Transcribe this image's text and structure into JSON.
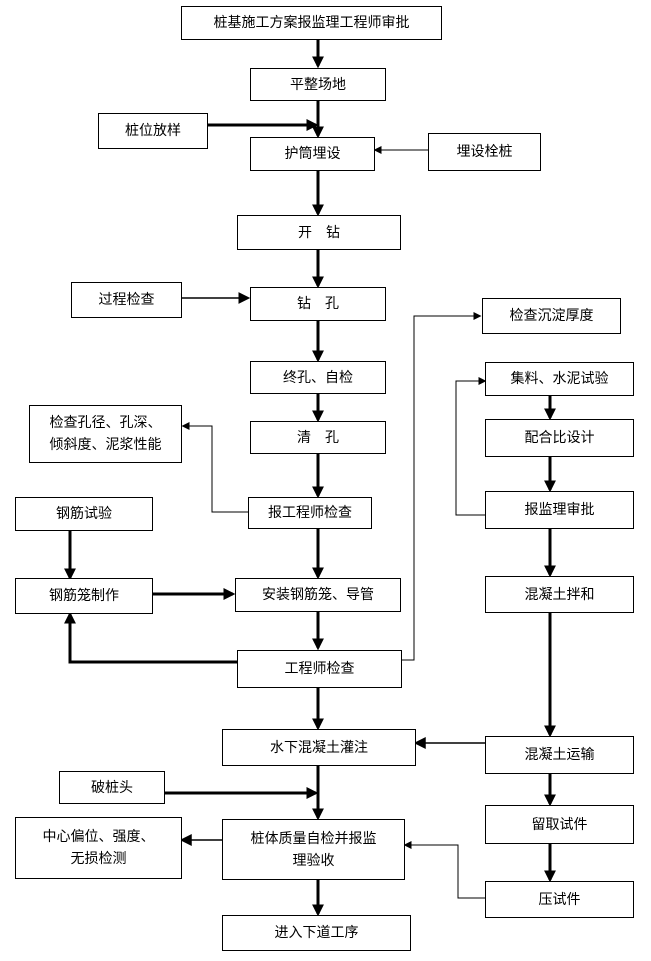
{
  "nodes": {
    "approval": "桩基施工方案报监理工程师审批",
    "level_site": "平整场地",
    "pile_layout": "桩位放样",
    "casing": "护筒埋设",
    "bury_pile": "埋设栓桩",
    "start_drill": "开　钻",
    "process_check": "过程检查",
    "drill": "钻　孔",
    "sediment_check": "检查沉淀厚度",
    "final_hole": "终孔、自检",
    "aggregate_test": "集料、水泥试验",
    "hole_params": "检查孔径、孔深、\n倾斜度、泥浆性能",
    "clean_hole": "清　孔",
    "mix_design": "配合比设计",
    "rebar_test": "钢筋试验",
    "engineer_report": "报工程师检查",
    "supervisor_approval": "报监理审批",
    "cage_make": "钢筋笼制作",
    "install_cage": "安装钢筋笼、导管",
    "concrete_mix": "混凝土拌和",
    "engineer_check": "工程师检查",
    "underwater_pour": "水下混凝土灌注",
    "concrete_transport": "混凝土运输",
    "break_head": "破桩头",
    "sample": "留取试件",
    "pile_inspect": "桩体质量自检并报监\n理验收",
    "inspect_items": "中心偏位、强度、\n无损检测",
    "press_sample": "压试件",
    "next_step": "进入下道工序"
  }
}
